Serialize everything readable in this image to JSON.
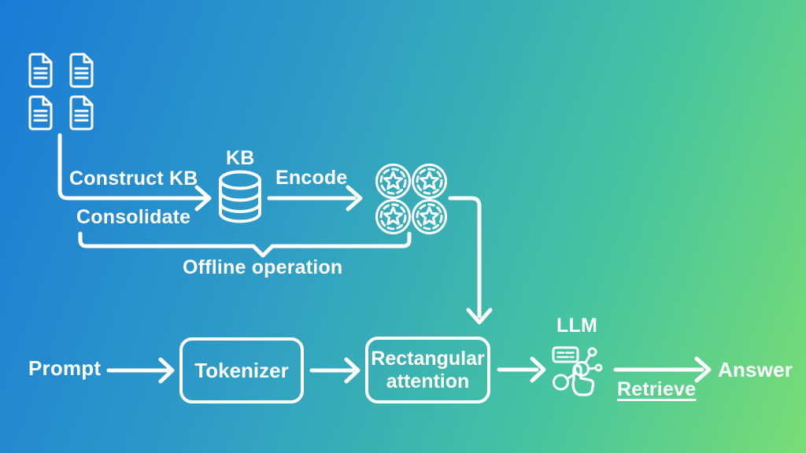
{
  "diagram": {
    "title": "Retrieval-augmented LLM pipeline diagram",
    "colors": {
      "gradient_start": "#1b7ad6",
      "gradient_mid_blue": "#2f9dc6",
      "gradient_mid_teal": "#44c3a2",
      "gradient_end": "#79dd74",
      "foreground": "#ffffff"
    },
    "icons": {
      "documents": "document-icon",
      "knowledge_base": "database-icon",
      "embeddings": "token-star-coin-icon",
      "llm": "llm-network-hand-icon"
    },
    "offline": {
      "construct_kb_label": "Construct KB",
      "consolidate_label": "Consolidate",
      "kb_label": "KB",
      "encode_label": "Encode",
      "brace_label": "Offline operation"
    },
    "online": {
      "prompt_label": "Prompt",
      "tokenizer_label": "Tokenizer",
      "attention_label": "Rectangular attention",
      "llm_label": "LLM",
      "retrieve_label": "Retrieve",
      "answer_label": "Answer"
    }
  }
}
